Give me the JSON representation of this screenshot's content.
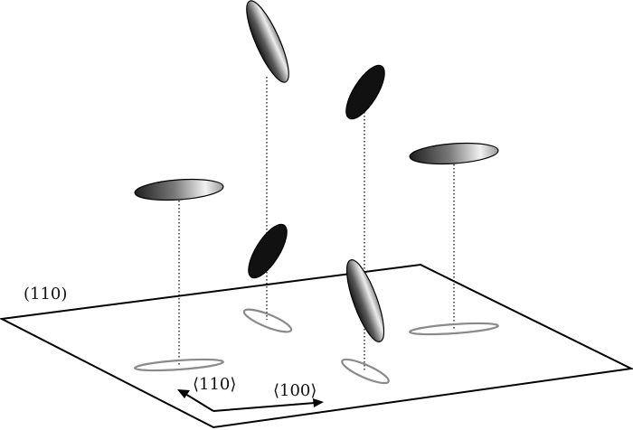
{
  "labels": {
    "plane": "(110)",
    "dir_a": "⟨110⟩",
    "dir_b": "⟨100⟩"
  },
  "colors": {
    "line": "#000000",
    "shadow": "#8a8a8a",
    "dark_ellipsoid": "#111111"
  }
}
